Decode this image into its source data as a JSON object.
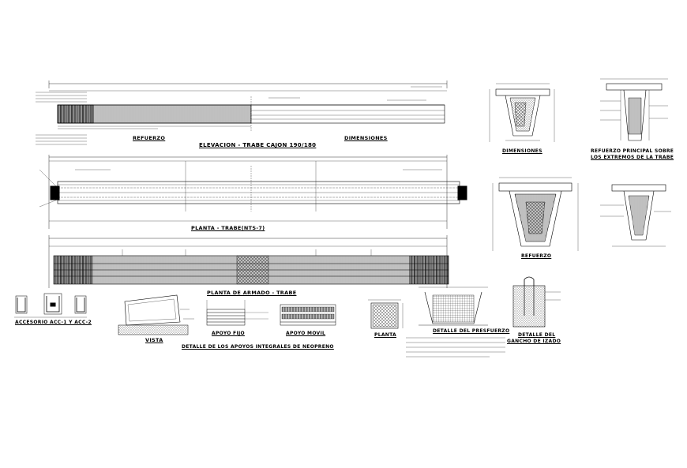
{
  "drawing": {
    "elevation": {
      "left_label": "REFUERZO",
      "title": "ELEVACION - TRABE CAJON 190/180",
      "right_label": "DIMENSIONES"
    },
    "plan": {
      "title": "PLANTA - TRABE(NTS-7)"
    },
    "armado": {
      "title": "PLANTA DE ARMADO - TRABE"
    },
    "details": {
      "accesorio": "ACCESORIO ACC-1 Y ACC-2",
      "vista": "VISTA",
      "apoyo_fijo": "APOYO FIJO",
      "apoyo_movil": "APOYO MOVIL",
      "planta": "PLANTA",
      "neopreno": "DETALLE DE LOS APOYOS INTEGRALES DE NEOPRENO",
      "presfuerzo": "DETALLE DEL PRESFUERZO",
      "gancho_1": "DETALLE DEL",
      "gancho_2": "GANCHO DE IZADO"
    },
    "sections": {
      "dimensiones": "DIMENSIONES",
      "refuerzo_principal_1": "REFUERZO PRINCIPAL SOBRE",
      "refuerzo_principal_2": "LOS EXTREMOS DE LA TRABE",
      "refuerzo": "REFUERZO"
    },
    "colors": {
      "ink": "#000000",
      "hatch": "#333333",
      "paper": "#ffffff"
    }
  }
}
